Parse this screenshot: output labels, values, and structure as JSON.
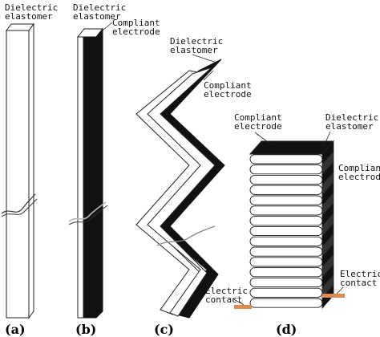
{
  "labels": {
    "a_dielectric": [
      "Dielectric",
      "elastomer"
    ],
    "b_dielectric": [
      "Dielectric",
      "elastomer"
    ],
    "b_electrode": [
      "Compliant",
      "electrode"
    ],
    "c_dielectric": [
      "Dielectric",
      "elastomer"
    ],
    "c_electrode": [
      "Compliant",
      "electrode"
    ],
    "d_electrode": [
      "Compliant",
      "electrode"
    ],
    "d_dielectric_top": [
      "Dielectric",
      "elastomer"
    ],
    "d_electrode_right": [
      "Compliant",
      "electrode"
    ],
    "d_contact_left": [
      "Electric",
      "contact"
    ],
    "d_contact_right": [
      "Electric",
      "contact"
    ]
  },
  "captions": {
    "a": "(a)",
    "b": "(b)",
    "c": "(c)",
    "d": "(d)"
  },
  "colors": {
    "electrode": "#111111",
    "elastomer": "#ffffff",
    "contact": "#e08a50"
  },
  "layers": 15
}
